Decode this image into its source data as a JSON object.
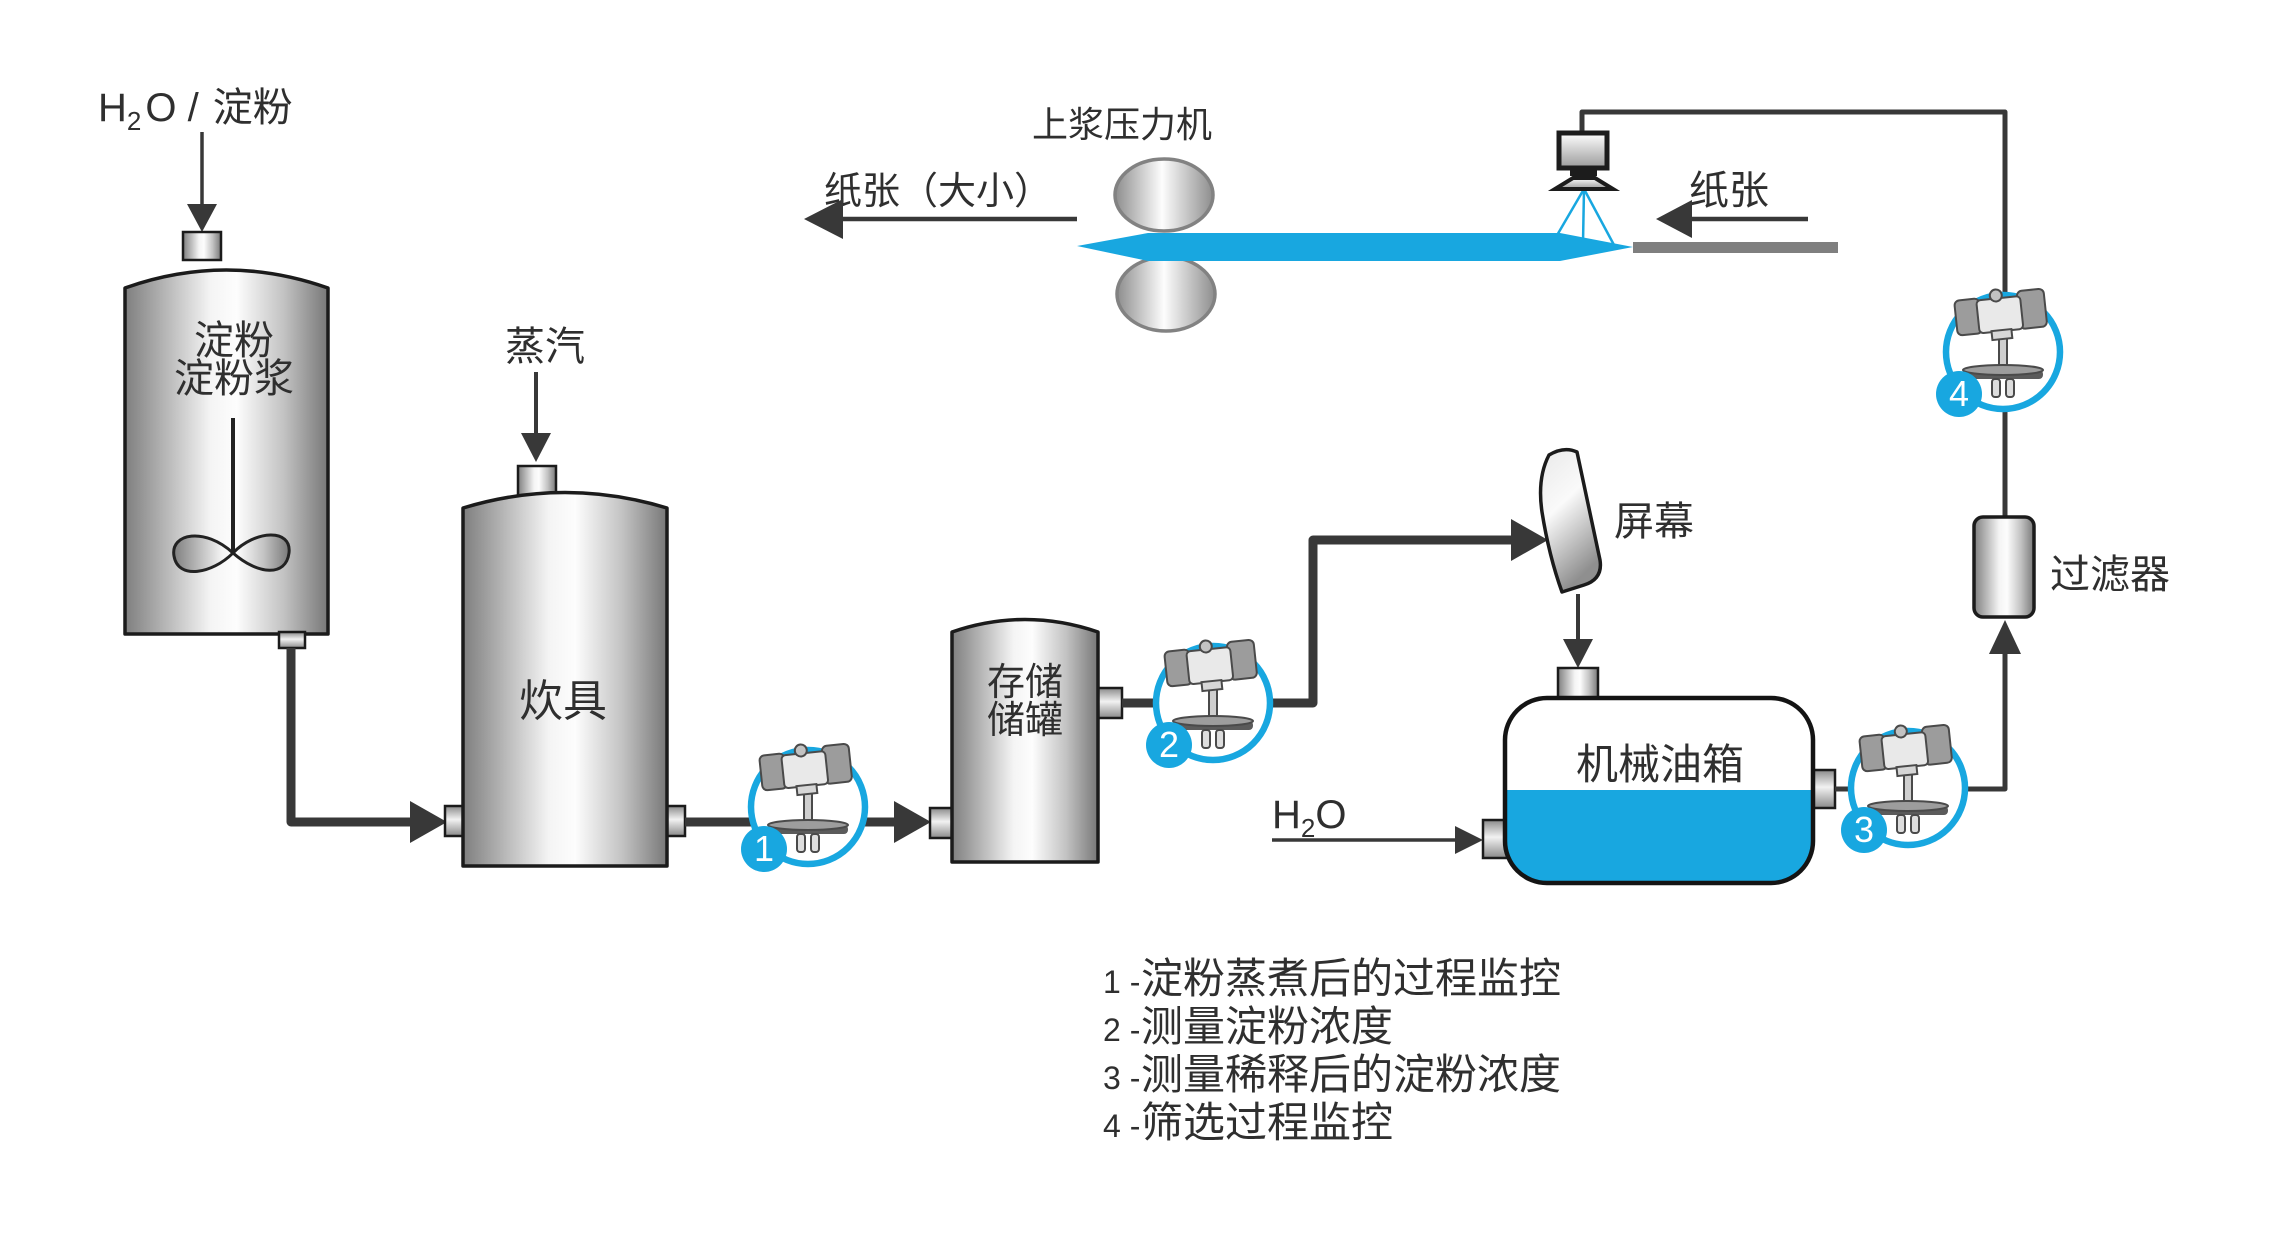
{
  "colors": {
    "accent_blue": "#18A7E0",
    "pipe_dark": "#383838",
    "ink": "#2f2f2f",
    "paper_gray": "#7f7f7f"
  },
  "labels": {
    "feed": {
      "h": "H",
      "sub": "2",
      "rest": "O /",
      "cn": "淀粉"
    },
    "starch_tank": {
      "line1": "淀粉",
      "line2": "淀粉浆"
    },
    "steam": "蒸汽",
    "cooker": "炊具",
    "storage": {
      "line1": "存储",
      "line2": "储罐"
    },
    "size_press": "上浆压力机",
    "paper_out": "纸张（大小）",
    "paper_in": "纸张",
    "screen": "屏幕",
    "machine_tank": "机械油箱",
    "water": {
      "h": "H",
      "sub": "2",
      "rest": "O"
    },
    "filter": "过滤器"
  },
  "sensors": [
    {
      "num": "1"
    },
    {
      "num": "2"
    },
    {
      "num": "3"
    },
    {
      "num": "4"
    }
  ],
  "legend": [
    {
      "num": "1 -",
      "text": "淀粉蒸煮后的过程监控"
    },
    {
      "num": "2 -",
      "text": "测量淀粉浓度"
    },
    {
      "num": "3 -",
      "text": "测量稀释后的淀粉浓度"
    },
    {
      "num": "4 -",
      "text": "筛选过程监控"
    }
  ]
}
